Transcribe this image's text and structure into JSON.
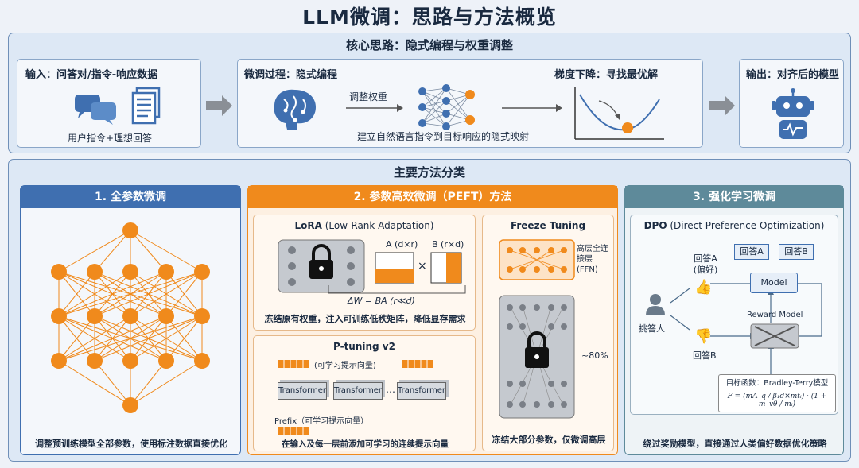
{
  "title": "LLM微调：思路与方法概览",
  "core": {
    "heading": "核心思路：隐式编程与权重调整",
    "input": {
      "heading": "输入：问答对/指令-响应数据",
      "caption": "用户指令+理想回答"
    },
    "process": {
      "heading": "微调过程：隐式编程",
      "adjust": "调整权重",
      "caption": "建立自然语言指令到目标响应的隐式映射"
    },
    "gradient": {
      "heading": "梯度下降：寻找最优解"
    },
    "output": {
      "heading": "输出：对齐后的模型"
    }
  },
  "methods": {
    "heading": "主要方法分类",
    "full": {
      "heading": "1. 全参数微调",
      "footer": "调整预训练模型全部参数，使用标注数据直接优化"
    },
    "peft": {
      "heading": "2. 参数高效微调（PEFT）方法",
      "lora": {
        "title_bold": "LoRA",
        "title_rest": " (Low-Rank Adaptation)",
        "matrix_a": "A (d×r)",
        "matrix_b": "B (r×d)",
        "times": "×",
        "delta": "ΔW = BA (r≪d)",
        "footer": "冻结原有权重，注入可训练低秩矩阵，降低显存需求"
      },
      "ptuning": {
        "title": "P-tuning v2",
        "prompt_top": "(可学习提示向量)",
        "block": "Transformer",
        "ellipsis": "…",
        "prefix": "Prefix（可学习提示向量）",
        "footer": "在输入及每一层前添加可学习的连续提示向量"
      },
      "freeze": {
        "title": "Freeze Tuning",
        "top_label": "高层全连接层 (FFN)",
        "percent": "~80%",
        "footer": "冻结大部分参数，仅微调高层"
      }
    },
    "rl": {
      "heading": "3. 强化学习微调",
      "dpo": {
        "title_bold": "DPO",
        "title_rest": " (Direct Preference Optimization)",
        "answer_a_label": "回答A (偏好)",
        "answer_b_label": "回答B",
        "answer_a_box": "回答A",
        "answer_b_box": "回答B",
        "model": "Model",
        "reward_model": "Reward Model",
        "annotator": "挑答人",
        "objective": "目标函数：Bradley-Terry模型",
        "formula": "F = (mA_q / β₁d×mtᵢ) · (1 + m_vθ / mᵢ)",
        "footer": "绕过奖励模型，直接通过人类偏好数据优化策略"
      }
    }
  },
  "colors": {
    "blue": "#3f6fb0",
    "orange": "#f08a1c",
    "teal": "#5e8a9a",
    "panel": "#dde8f5"
  }
}
